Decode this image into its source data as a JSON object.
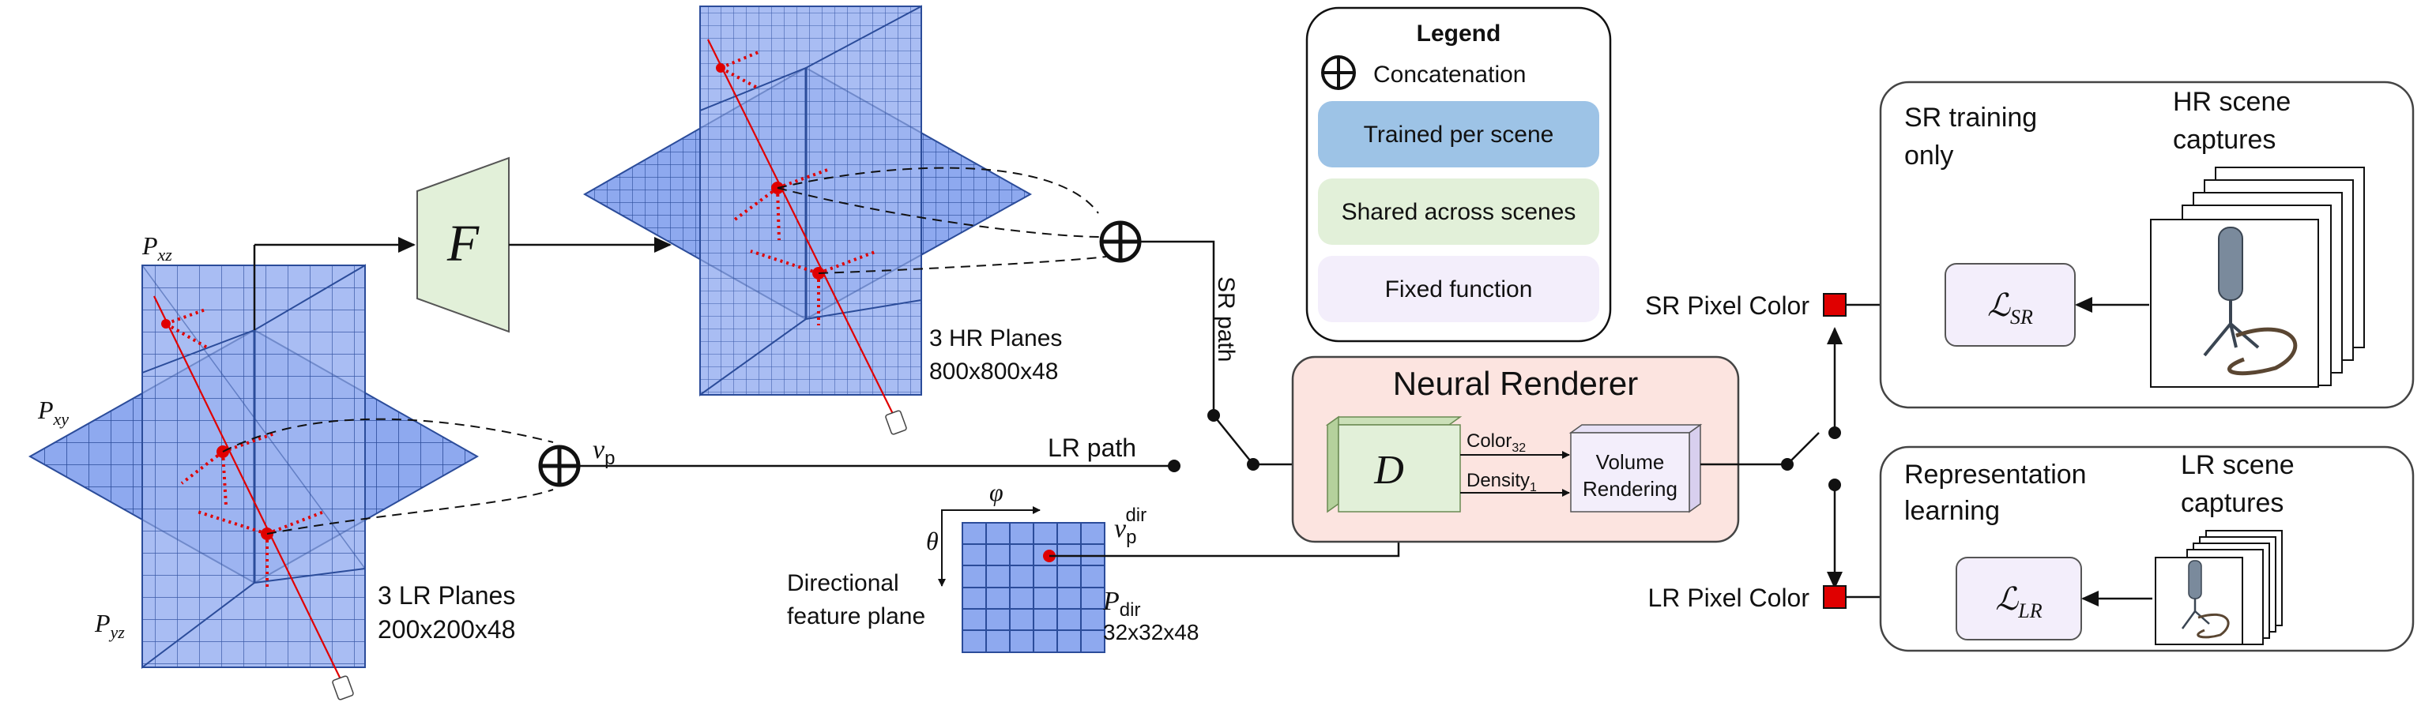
{
  "legend": {
    "title": "Legend",
    "concat": "Concatenation",
    "trained": "Trained per scene",
    "shared": "Shared across scenes",
    "fixed": "Fixed function"
  },
  "lr_planes": {
    "p_xz_main": "P",
    "p_xz_sub": "xz",
    "p_xy_main": "P",
    "p_xy_sub": "xy",
    "p_yz_main": "P",
    "p_yz_sub": "yz",
    "caption_line1": "3 LR Planes",
    "caption_line2": "200x200x48"
  },
  "hr_planes": {
    "caption_line1": "3 HR Planes",
    "caption_line2": "800x800x48"
  },
  "network_f": {
    "label": "F"
  },
  "vp": {
    "main": "v",
    "sub": "p"
  },
  "paths": {
    "sr": "SR path",
    "lr": "LR path"
  },
  "dir_plane": {
    "phi": "φ",
    "theta": "θ",
    "vdir_main": "v",
    "vdir_sub": "p",
    "vdir_sup": "dir",
    "pdir_main": "P",
    "pdir_sub": "dir",
    "size": "32x32x48",
    "label_line1": "Directional",
    "label_line2": "feature plane"
  },
  "renderer": {
    "title": "Neural Renderer",
    "decoder": "D",
    "color_main": "Color",
    "color_sub": "32",
    "density_main": "Density",
    "density_sub": "1",
    "volume_line1": "Volume",
    "volume_line2": "Rendering"
  },
  "outputs": {
    "sr_pixel": "SR Pixel Color",
    "lr_pixel": "LR Pixel Color"
  },
  "sr_box": {
    "label_line1": "SR training",
    "label_line2": "only",
    "captures_line1": "HR scene",
    "captures_line2": "captures",
    "loss_main": "ℒ",
    "loss_sub": "SR"
  },
  "lr_box": {
    "label_line1": "Representation",
    "label_line2": "learning",
    "captures_line1": "LR scene",
    "captures_line2": "captures",
    "loss_main": "ℒ",
    "loss_sub": "LR"
  },
  "colors": {
    "trained": "#9dc3e6",
    "shared": "#e2f0d9",
    "fixed": "#f3eefb",
    "renderer_bg": "#fce4e0",
    "plane": "#8ea9ef",
    "red": "#e00000"
  }
}
